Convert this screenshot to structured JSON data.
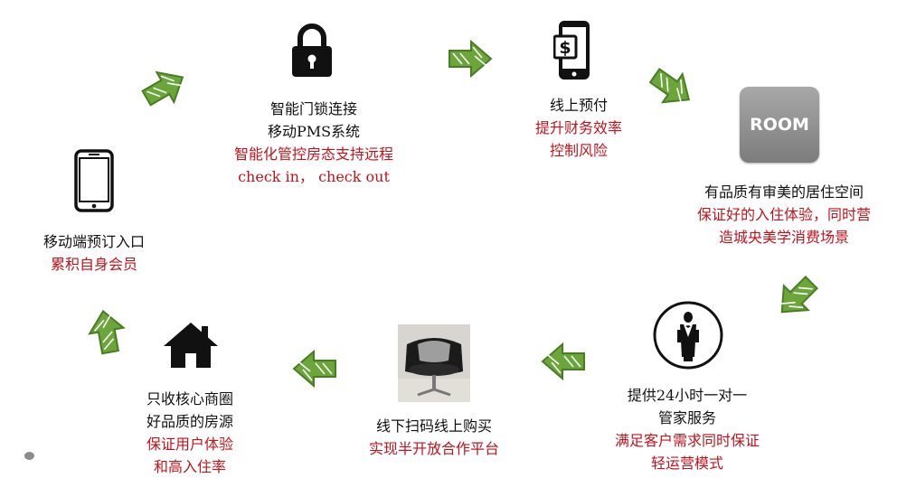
{
  "colors": {
    "primary_text": "#111111",
    "highlight_text": "#c0141c",
    "arrow_green": "#6aa63a",
    "icon_black": "#111111",
    "room_badge_gray": "#8a8a8a"
  },
  "steps": [
    {
      "id": "mobile-booking",
      "icon": "smartphone-icon",
      "title_lines": [
        "移动端预订入口"
      ],
      "detail_lines": [
        "累积自身会员"
      ]
    },
    {
      "id": "smart-lock",
      "icon": "padlock-icon",
      "title_lines": [
        "智能门锁连接",
        "移动PMS系统"
      ],
      "detail_lines": [
        "智能化管控房态支持远程",
        "check in， check out"
      ]
    },
    {
      "id": "online-payment",
      "icon": "mobile-payment-icon",
      "title_lines": [
        "线上预付"
      ],
      "detail_lines": [
        "提升财务效率",
        "控制风险"
      ]
    },
    {
      "id": "quality-space",
      "icon": "room-badge-icon",
      "icon_text": "ROOM",
      "title_lines": [
        "有品质有审美的居住空间"
      ],
      "detail_lines": [
        "保证好的入住体验，同时营",
        "造城央美学消费场景"
      ]
    },
    {
      "id": "butler-service",
      "icon": "butler-icon",
      "title_lines": [
        "提供24小时一对一",
        "管家服务"
      ],
      "detail_lines": [
        "满足客户需求同时保证",
        "轻运营模式"
      ]
    },
    {
      "id": "offline-scan",
      "icon": "armchair-photo-icon",
      "title_lines": [
        "线下扫码线上购买"
      ],
      "detail_lines": [
        "实现半开放合作平台"
      ]
    },
    {
      "id": "core-district",
      "icon": "house-icon",
      "title_lines": [
        "只收核心商圈",
        "好品质的房源"
      ],
      "detail_lines": [
        "保证用户体验",
        "和高入住率"
      ]
    }
  ]
}
